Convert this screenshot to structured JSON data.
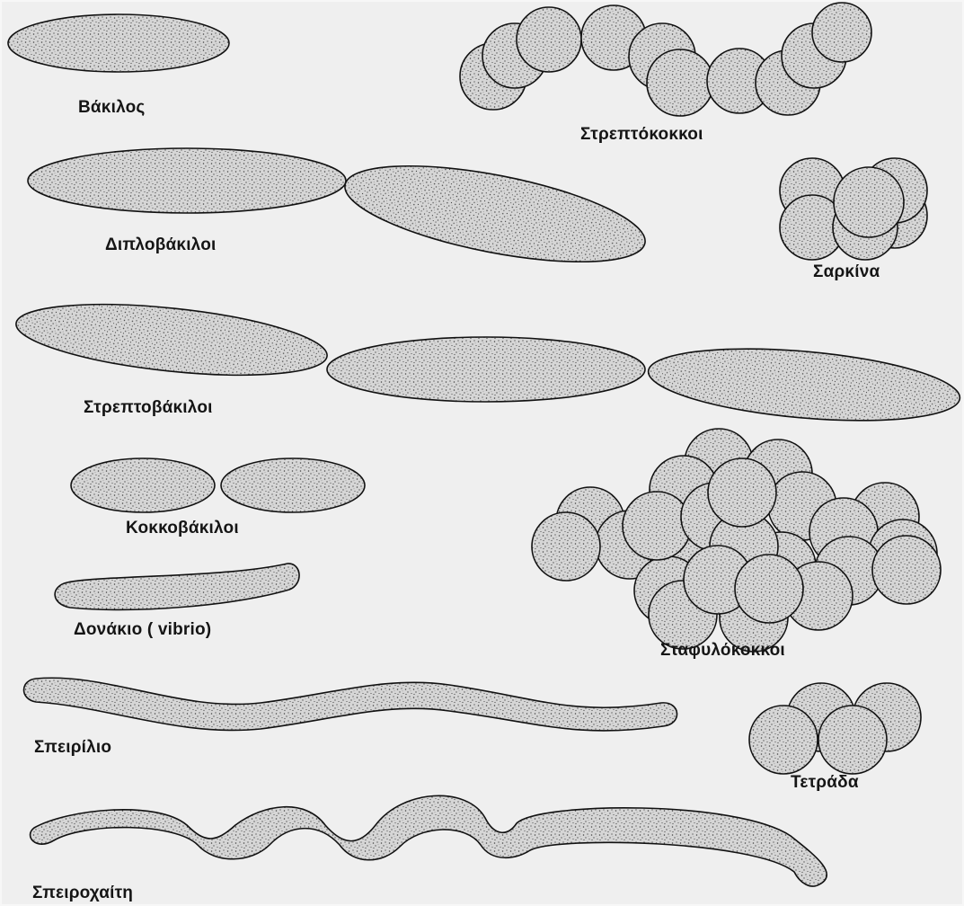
{
  "colors": {
    "background": "#efefef",
    "cell_fill": "#d6d6d6",
    "outline": "#111111",
    "text": "#151515"
  },
  "labels": {
    "bacillus": "Βάκιλος",
    "streptococci": "Στρεπτόκοκκοι",
    "diplobacilli": "Διπλοβάκιλοι",
    "sarcina": "Σαρκίνα",
    "streptobacilli": "Στρεπτοβάκιλοι",
    "coccobacilli": "Κοκκοβάκιλοι",
    "vibrio": "Δονάκιο ( vibrio)",
    "staphylococci": "Σταφυλόκοκκοι",
    "spirillum": "Σπειρίλιο",
    "tetrad": "Τετράδα",
    "spirochete": "Σπειροχαίτη"
  }
}
